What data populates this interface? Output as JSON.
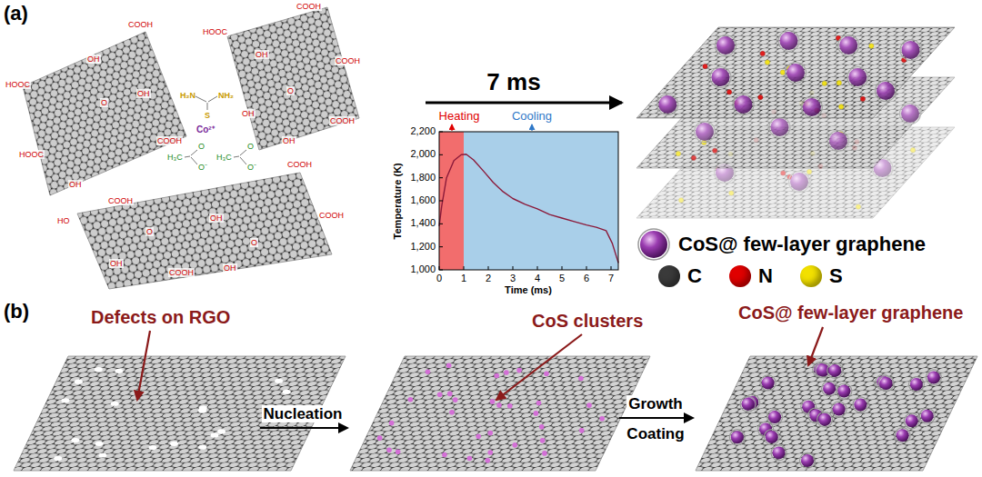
{
  "diagram": {
    "nodes": [
      {
        "text": [
          "Heating"
        ]
      },
      {
        "text": [
          "Cooling"
        ]
      }
    ],
    "labels": [
      "(a)",
      "HOOC",
      "OH",
      "COOH",
      "O",
      "OH",
      "HOOC",
      "COOH",
      "OH",
      "HOOC",
      "COOH",
      "OH",
      "COOH",
      "O",
      "OH",
      "COOH",
      "OH",
      "COOH",
      "HO",
      "O",
      "COOH",
      "COOH",
      "OH",
      "O",
      "OH",
      "COOH",
      "OH",
      "H₂N",
      "NH₂",
      "S",
      "Co²⁺",
      "H₃C",
      "O",
      "O⁻",
      "H₃C",
      "O",
      "O⁻",
      "7 ms",
      "2,200",
      "2,000",
      "1,800",
      "1,600",
      "1,400",
      "1,200",
      "1,000",
      "Temperature (K)",
      "0",
      "1",
      "2",
      "3",
      "4",
      "5",
      "6",
      "7",
      "Time (ms)",
      "(b)",
      "Defects on RGO",
      "Nucleation",
      "CoS clusters",
      "Growth",
      "Coating",
      "CoS@ few-layer graphene"
    ],
    "legend": [
      {
        "text": "CoS@ few-layer graphene"
      },
      {
        "text": "C",
        "color": "#3a3a3a"
      },
      {
        "text": "N",
        "color": "#e00000"
      },
      {
        "text": "S",
        "color": "#f2e000"
      }
    ]
  }
}
